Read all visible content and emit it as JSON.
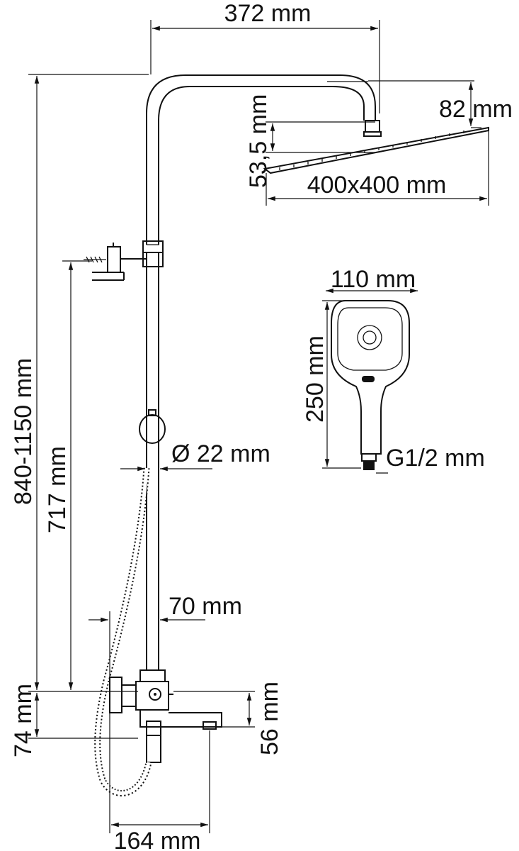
{
  "dimensions": {
    "arm_reach": "372 mm",
    "head_offset": "82 mm",
    "head_thickness": "53,5 mm",
    "head_size": "400x400 mm",
    "hand_width": "110 mm",
    "hand_length": "250 mm",
    "hand_thread": "G1/2 mm",
    "total_height": "840-1150 mm",
    "bar_height": "717 mm",
    "pipe_diameter": "Ø 22 mm",
    "wall_offset": "70 mm",
    "mixer_height": "74 mm",
    "spout_drop": "56 mm",
    "spout_length": "164 mm"
  },
  "colors": {
    "line": "#111111",
    "background": "#ffffff"
  }
}
